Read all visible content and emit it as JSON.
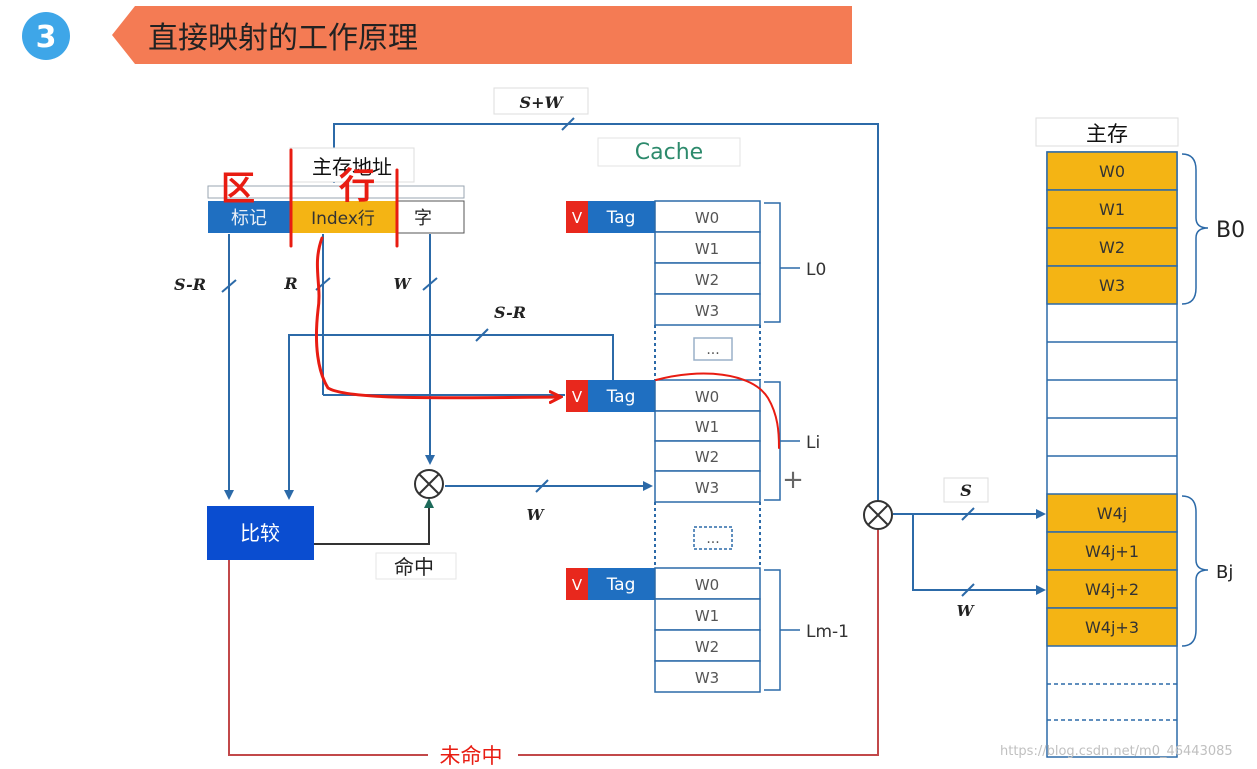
{
  "header": {
    "step_number": "3",
    "title": "直接映射的工作原理"
  },
  "address": {
    "title": "主存地址",
    "fields": [
      "标记",
      "Index行",
      "字"
    ],
    "handwritten": [
      "区",
      "行"
    ]
  },
  "cache": {
    "title": "Cache",
    "valid_label": "V",
    "tag_label": "Tag",
    "words": [
      "W0",
      "W1",
      "W2",
      "W3"
    ],
    "ellipsis": "...",
    "lines": [
      "L0",
      "Li",
      "Lm-1"
    ]
  },
  "compare": {
    "label": "比较"
  },
  "labels": {
    "s_plus_w": "S+W",
    "s_minus_r_1": "S-R",
    "r": "R",
    "w1": "W",
    "s_minus_r_2": "S-R",
    "w2": "W",
    "hit": "命中",
    "miss": "未命中",
    "s": "S",
    "w3": "W",
    "plus": "+"
  },
  "memory": {
    "title": "主存",
    "top_words": [
      "W0",
      "W1",
      "W2",
      "W3"
    ],
    "bottom_words": [
      "W4j",
      "W4j+1",
      "W4j+2",
      "W4j+3"
    ],
    "blocks": [
      "B0",
      "Bj"
    ]
  },
  "watermark": "https://blog.csdn.net/m0_46443085",
  "colors": {
    "header_bg": "#f47b54",
    "circle_bg": "#3ea6e8",
    "tag_blue": "#1f6fc1",
    "valid_red": "#e8281d",
    "word_yellow": "#f4b414",
    "compare_blue": "#0a4dd0",
    "line_blue": "#2c6aa8",
    "miss_red": "#c2484a",
    "ink_red": "#e81c12"
  }
}
